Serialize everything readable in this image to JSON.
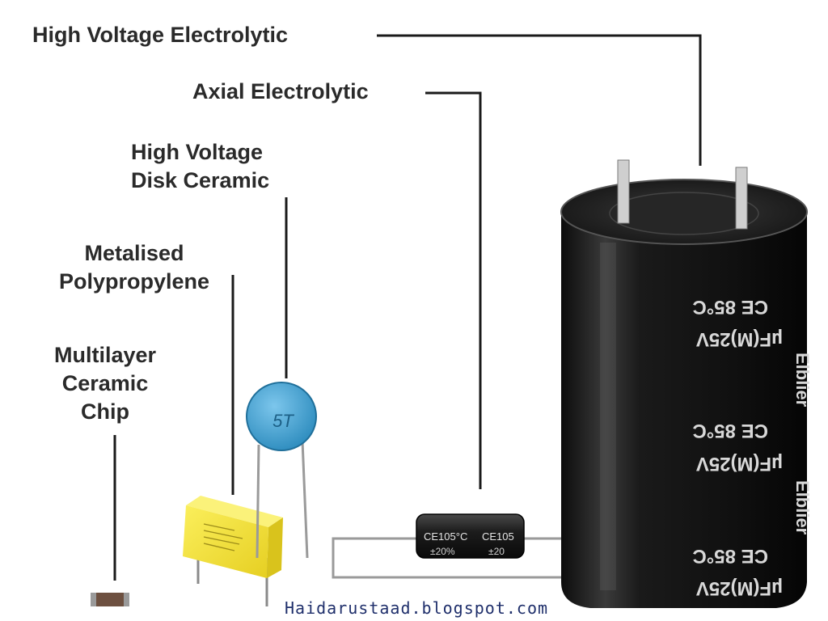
{
  "labels": {
    "high_voltage_electrolytic": "High Voltage Electrolytic",
    "axial_electrolytic": "Axial Electrolytic",
    "hv_disk_ceramic_line1": "High Voltage",
    "hv_disk_ceramic_line2": "Disk Ceramic",
    "metalised_line1": "Metalised",
    "metalised_line2": "Polypropylene",
    "mlcc_line1": "Multilayer",
    "mlcc_line2": "Ceramic",
    "mlcc_line3": "Chip"
  },
  "markings": {
    "disk_code": "5T",
    "axial_left": "CE105°C",
    "axial_right": "CE105",
    "axial_tol_left": "±20%",
    "axial_tol_right": "±20",
    "can_temp": "CE 85°C",
    "can_rating": "µF(M)25V",
    "can_brand": "Elblier"
  },
  "watermark": "Haidarustaad.blogspot.com",
  "colors": {
    "text": "#2a2a2a",
    "leader_line": "#1a1a1a",
    "disk_blue": "#3a9fd0",
    "box_yellow": "#f3e23a",
    "can_black": "#151515",
    "watermark": "#1f2f6b"
  }
}
